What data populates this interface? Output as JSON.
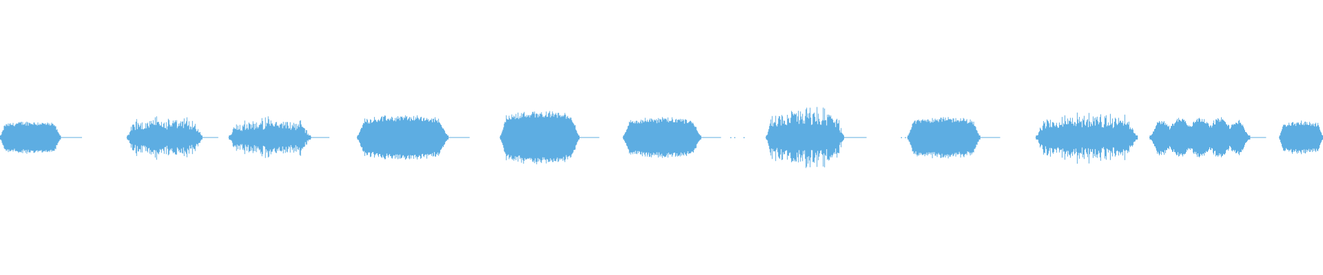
{
  "waveform": {
    "color": "#5dade2",
    "background": "#ffffff",
    "segments": [
      {
        "start": 0.0,
        "end": 0.046,
        "amp": 0.55,
        "shape": "dense"
      },
      {
        "start": 0.096,
        "end": 0.153,
        "amp": 0.62,
        "shape": "spiky"
      },
      {
        "start": 0.173,
        "end": 0.235,
        "amp": 0.58,
        "shape": "spiky"
      },
      {
        "start": 0.27,
        "end": 0.339,
        "amp": 0.75,
        "shape": "dense"
      },
      {
        "start": 0.378,
        "end": 0.438,
        "amp": 0.9,
        "shape": "dense"
      },
      {
        "start": 0.471,
        "end": 0.53,
        "amp": 0.68,
        "shape": "dense"
      },
      {
        "start": 0.579,
        "end": 0.638,
        "amp": 0.9,
        "shape": "spiky"
      },
      {
        "start": 0.686,
        "end": 0.741,
        "amp": 0.7,
        "shape": "dense"
      },
      {
        "start": 0.783,
        "end": 0.86,
        "amp": 0.72,
        "shape": "spiky"
      },
      {
        "start": 0.869,
        "end": 0.945,
        "amp": 0.72,
        "shape": "pulsed"
      },
      {
        "start": 0.967,
        "end": 1.0,
        "amp": 0.55,
        "shape": "dense"
      }
    ],
    "tails": [
      {
        "start": 0.046,
        "end": 0.062
      },
      {
        "start": 0.153,
        "end": 0.165
      },
      {
        "start": 0.235,
        "end": 0.249
      },
      {
        "start": 0.339,
        "end": 0.355
      },
      {
        "start": 0.438,
        "end": 0.453
      },
      {
        "start": 0.53,
        "end": 0.545
      },
      {
        "start": 0.638,
        "end": 0.655
      },
      {
        "start": 0.741,
        "end": 0.756
      },
      {
        "start": 0.945,
        "end": 0.957
      }
    ],
    "dots": [
      0.552,
      0.555,
      0.562,
      0.681,
      0.684
    ]
  }
}
